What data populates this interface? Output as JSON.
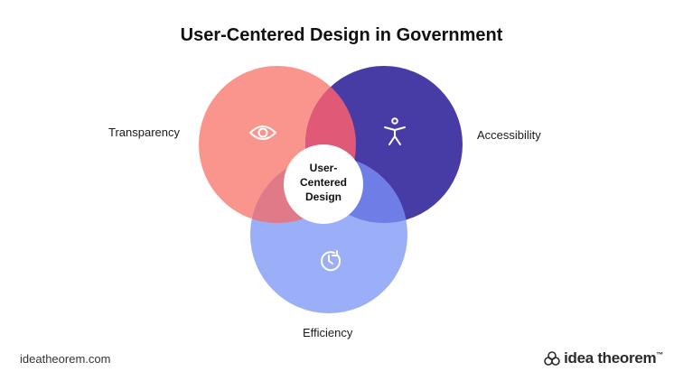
{
  "title": "User-Centered Design in Government",
  "center_label": [
    "User-",
    "Centered",
    "Design"
  ],
  "circles": [
    {
      "label": "Transparency",
      "icon": "eye-icon",
      "color": "#f8897f"
    },
    {
      "label": "Accessibility",
      "icon": "person-icon",
      "color": "#3d32a0"
    },
    {
      "label": "Efficiency",
      "icon": "clock-refresh-icon",
      "color": "#8fa6f6"
    }
  ],
  "footer": {
    "url": "ideatheorem.com",
    "brand": "idea theorem",
    "brand_mark": "™"
  }
}
